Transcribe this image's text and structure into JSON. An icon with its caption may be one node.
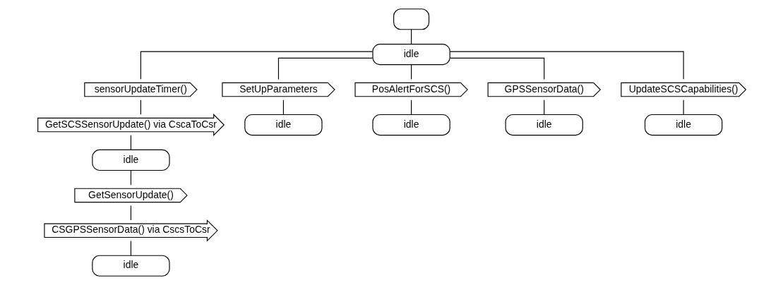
{
  "diagram": {
    "nodes": [
      {
        "text": [],
        "shape": "box"
      },
      {
        "text": [
          "idle"
        ]
      },
      {
        "text": [
          "sensorUpdateTimer()"
        ]
      },
      {
        "text": [
          "GetSCSSensorUpdate() via CscaToCsr"
        ]
      },
      {
        "text": [
          "idle"
        ]
      },
      {
        "text": [
          "GetSensorUpdate()"
        ]
      },
      {
        "text": [
          "CSGPSSensorData() via CscsToCsr"
        ]
      },
      {
        "text": [
          "idle"
        ]
      },
      {
        "text": [
          "SetUpParameters"
        ]
      },
      {
        "text": [
          "idle"
        ]
      },
      {
        "text": [
          "PosAlertForSCS()"
        ]
      },
      {
        "text": [
          "idle"
        ]
      },
      {
        "text": [
          "GPSSensorData()"
        ]
      },
      {
        "text": [
          "idle"
        ]
      },
      {
        "text": [
          "UpdateSCSCapabilities()"
        ]
      },
      {
        "text": [
          "idle"
        ]
      }
    ],
    "edges": [
      {
        "from": 0,
        "to": 1,
        "arrow": "none"
      },
      {
        "from": 1,
        "to": 2,
        "arrow": "none"
      },
      {
        "from": 1,
        "to": 8,
        "arrow": "none"
      },
      {
        "from": 1,
        "to": 10,
        "arrow": "none"
      },
      {
        "from": 1,
        "to": 12,
        "arrow": "none"
      },
      {
        "from": 1,
        "to": 14,
        "arrow": "none"
      },
      {
        "from": 2,
        "to": 3,
        "arrow": "none"
      },
      {
        "from": 3,
        "to": 4,
        "arrow": "none"
      },
      {
        "from": 4,
        "to": 5,
        "arrow": "none"
      },
      {
        "from": 5,
        "to": 6,
        "arrow": "none"
      },
      {
        "from": 6,
        "to": 7,
        "arrow": "none"
      },
      {
        "from": 8,
        "to": 9,
        "arrow": "none"
      },
      {
        "from": 10,
        "to": 11,
        "arrow": "none"
      },
      {
        "from": 12,
        "to": 13,
        "arrow": "none"
      },
      {
        "from": 14,
        "to": 15,
        "arrow": "none"
      }
    ]
  }
}
